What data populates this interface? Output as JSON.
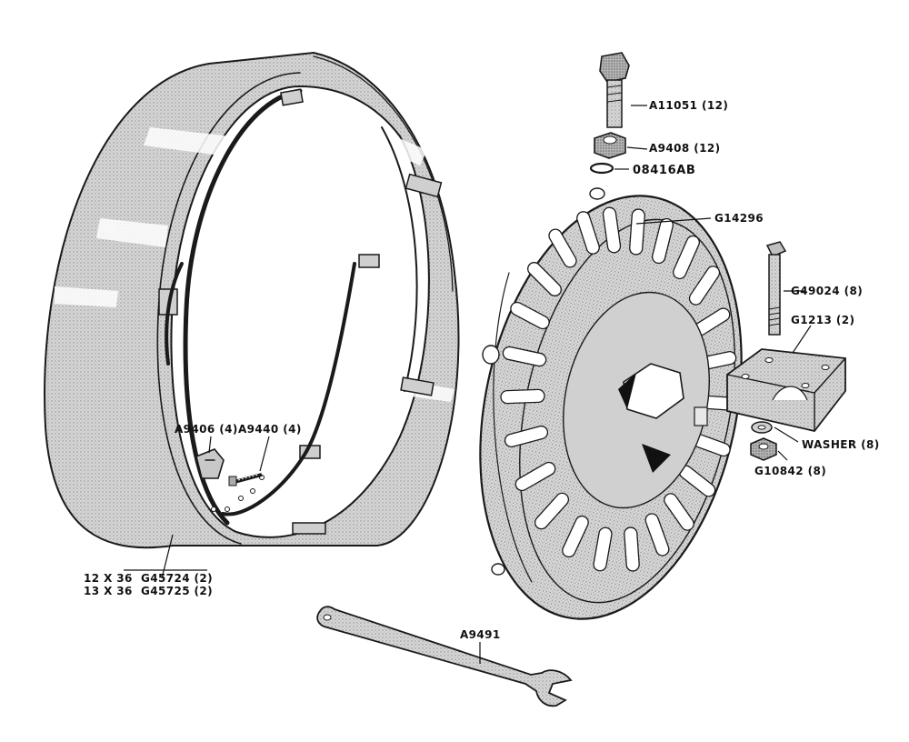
{
  "diagram": {
    "labels": {
      "bolt": "A11051 (12)",
      "nut": "A9408 (12)",
      "washer_ring": "08416AB",
      "weight": "G14296",
      "long_bolt": "G49024 (8)",
      "block": "G1213 (2)",
      "washer": "WASHER (8)",
      "hex_nut": "G10842 (8)",
      "clamp": "A9406 (4)",
      "clamp_bolt": "A9440 (4)",
      "rim_line1": "12 X 36  G45724 (2)",
      "rim_line2": "13 X 36  G45725 (2)",
      "wrench": "A9491"
    },
    "colors": {
      "ink": "#1a1a1a",
      "shade": "#b8b8b8",
      "shade_light": "#d9d9d9",
      "paper": "#ffffff"
    }
  }
}
